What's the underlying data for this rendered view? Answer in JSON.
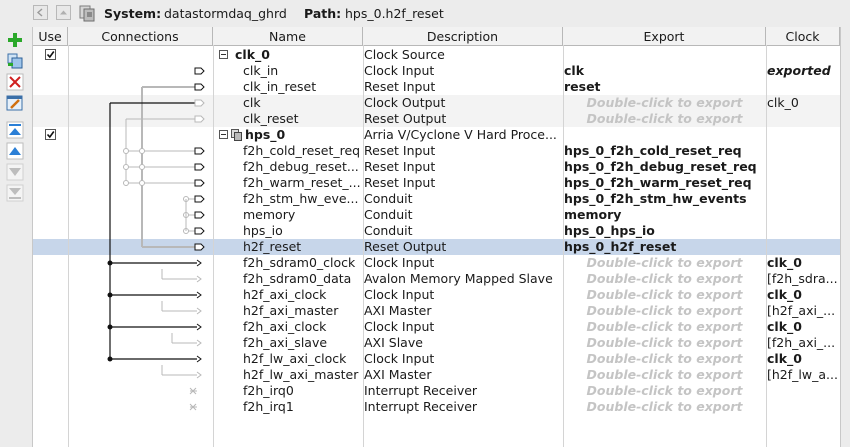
{
  "system": {
    "label": "System:",
    "value": "datastormdaq_ghrd"
  },
  "path": {
    "label": "Path:",
    "value": "hps_0.h2f_reset"
  },
  "header": {
    "use": "Use",
    "connections": "Connections",
    "name": "Name",
    "description": "Description",
    "export": "Export",
    "clock": "Clock"
  },
  "export_hint": "Double-click to export",
  "colors": {
    "selected_row": "#c7d6ea",
    "hint_text": "#c4c4c4",
    "add_green": "#2aa82a",
    "remove_red": "#d02020",
    "move_blue": "#2b7fd6"
  },
  "left_tools": [
    "add-icon",
    "copy-icon",
    "remove-icon",
    "edit-icon",
    "move-top-icon",
    "move-up-icon",
    "move-down-icon",
    "move-bottom-icon"
  ],
  "rows": [
    {
      "type": "component",
      "name": "clk_0",
      "description": "Clock Source",
      "export": "",
      "clock": "",
      "checked": true
    },
    {
      "type": "interface",
      "name": "clk_in",
      "description": "Clock Input",
      "export": "clk",
      "clock": "exported"
    },
    {
      "type": "interface",
      "name": "clk_in_reset",
      "description": "Reset Input",
      "export": "reset",
      "clock": ""
    },
    {
      "type": "interface",
      "name": "clk",
      "description": "Clock Output",
      "export": "",
      "clock": "clk_0"
    },
    {
      "type": "interface",
      "name": "clk_reset",
      "description": "Reset Output",
      "export": "",
      "clock": ""
    },
    {
      "type": "component",
      "name": "hps_0",
      "description": "Arria V/Cyclone V Hard Proce...",
      "export": "",
      "clock": "",
      "checked": true
    },
    {
      "type": "interface",
      "name": "f2h_cold_reset_req",
      "description": "Reset Input",
      "export": "hps_0_f2h_cold_reset_req",
      "clock": ""
    },
    {
      "type": "interface",
      "name": "f2h_debug_reset...",
      "description": "Reset Input",
      "export": "hps_0_f2h_debug_reset_req",
      "clock": ""
    },
    {
      "type": "interface",
      "name": "f2h_warm_reset_...",
      "description": "Reset Input",
      "export": "hps_0_f2h_warm_reset_req",
      "clock": ""
    },
    {
      "type": "interface",
      "name": "f2h_stm_hw_eve...",
      "description": "Conduit",
      "export": "hps_0_f2h_stm_hw_events",
      "clock": ""
    },
    {
      "type": "interface",
      "name": "memory",
      "description": "Conduit",
      "export": "memory",
      "clock": ""
    },
    {
      "type": "interface",
      "name": "hps_io",
      "description": "Conduit",
      "export": "hps_0_hps_io",
      "clock": ""
    },
    {
      "type": "interface",
      "name": "h2f_reset",
      "description": "Reset Output",
      "export": "hps_0_h2f_reset",
      "clock": "",
      "selected": true
    },
    {
      "type": "interface",
      "name": "f2h_sdram0_clock",
      "description": "Clock Input",
      "export": "",
      "clock": "clk_0"
    },
    {
      "type": "interface",
      "name": "f2h_sdram0_data",
      "description": "Avalon Memory Mapped Slave",
      "export": "",
      "clock": "[f2h_sdra..."
    },
    {
      "type": "interface",
      "name": "h2f_axi_clock",
      "description": "Clock Input",
      "export": "",
      "clock": "clk_0"
    },
    {
      "type": "interface",
      "name": "h2f_axi_master",
      "description": "AXI Master",
      "export": "",
      "clock": "[h2f_axi_..."
    },
    {
      "type": "interface",
      "name": "f2h_axi_clock",
      "description": "Clock Input",
      "export": "",
      "clock": "clk_0"
    },
    {
      "type": "interface",
      "name": "f2h_axi_slave",
      "description": "AXI Slave",
      "export": "",
      "clock": "[f2h_axi_..."
    },
    {
      "type": "interface",
      "name": "h2f_lw_axi_clock",
      "description": "Clock Input",
      "export": "",
      "clock": "clk_0"
    },
    {
      "type": "interface",
      "name": "h2f_lw_axi_master",
      "description": "AXI Master",
      "export": "",
      "clock": "[h2f_lw_a..."
    },
    {
      "type": "interface",
      "name": "f2h_irq0",
      "description": "Interrupt Receiver",
      "export": "",
      "clock": ""
    },
    {
      "type": "interface",
      "name": "f2h_irq1",
      "description": "Interrupt Receiver",
      "export": "",
      "clock": ""
    }
  ]
}
